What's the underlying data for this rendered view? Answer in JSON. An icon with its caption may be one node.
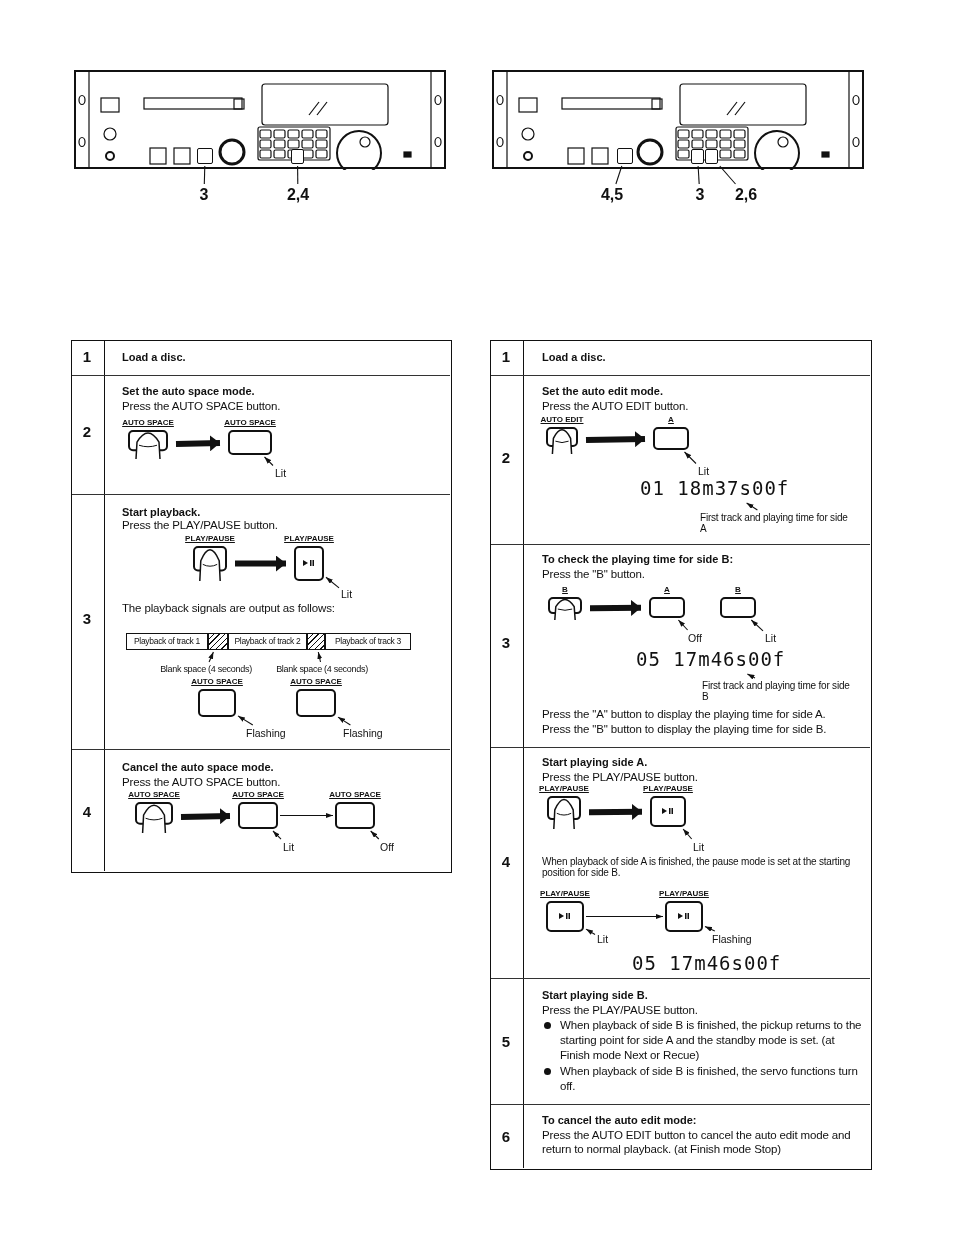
{
  "diagram": {
    "nodes": [
      {
        "text": [],
        "shape": "box"
      },
      {
        "text": [],
        "shape": "box"
      },
      {
        "text": [
          "3"
        ]
      },
      {
        "text": [
          "2,4"
        ]
      },
      {
        "text": [],
        "shape": "box"
      },
      {
        "text": [],
        "shape": "box"
      },
      {
        "text": [],
        "shape": "box"
      },
      {
        "text": [
          "4,5"
        ]
      },
      {
        "text": [
          "3"
        ]
      },
      {
        "text": [
          "2,6"
        ]
      },
      {
        "text": [
          "AUTO SPACE"
        ]
      },
      {
        "text": [
          "AUTO SPACE"
        ]
      },
      {
        "text": [
          "Lit"
        ]
      },
      {
        "text": [
          "PLAY/PAUSE"
        ]
      },
      {
        "text": [
          "PLAY/PAUSE"
        ]
      },
      {
        "text": [
          "Lit"
        ]
      },
      {
        "text": [
          "Playback of track 1"
        ]
      },
      {
        "text": [],
        "shape": "box"
      },
      {
        "text": [
          "Playback of track 2"
        ]
      },
      {
        "text": [],
        "shape": "box"
      },
      {
        "text": [
          "Playback of track 3"
        ]
      },
      {
        "text": [
          "Blank space (4 seconds)"
        ]
      },
      {
        "text": [
          "Blank space (4 seconds)"
        ]
      },
      {
        "text": [
          "AUTO SPACE"
        ]
      },
      {
        "text": [
          "AUTO SPACE"
        ]
      },
      {
        "text": [
          "Flashing"
        ]
      },
      {
        "text": [
          "Flashing"
        ]
      },
      {
        "text": [
          "AUTO SPACE"
        ]
      },
      {
        "text": [
          "AUTO SPACE"
        ]
      },
      {
        "text": [
          "AUTO SPACE"
        ]
      },
      {
        "text": [
          "Lit"
        ]
      },
      {
        "text": [
          "Off"
        ]
      },
      {
        "text": [
          "AUTO EDIT"
        ]
      },
      {
        "text": [
          "A"
        ]
      },
      {
        "text": [
          "Lit"
        ]
      },
      {
        "text": [
          "01 18m37s00f"
        ]
      },
      {
        "text": [
          "First track and playing time for side A"
        ]
      },
      {
        "text": [
          "B"
        ]
      },
      {
        "text": [
          "A"
        ]
      },
      {
        "text": [
          "B"
        ]
      },
      {
        "text": [
          "Off"
        ]
      },
      {
        "text": [
          "Lit"
        ]
      },
      {
        "text": [
          "05 17m46s00f"
        ]
      },
      {
        "text": [
          "First track and playing time for side B"
        ]
      },
      {
        "text": [
          "PLAY/PAUSE"
        ]
      },
      {
        "text": [
          "PLAY/PAUSE"
        ]
      },
      {
        "text": [
          "Lit"
        ]
      },
      {
        "text": [
          "PLAY/PAUSE"
        ]
      },
      {
        "text": [
          "PLAY/PAUSE"
        ]
      },
      {
        "text": [
          "Lit"
        ]
      },
      {
        "text": [
          "Flashing"
        ]
      }
    ],
    "edges": [
      {
        "from": 2,
        "to": 0,
        "arrow": "none"
      },
      {
        "from": 3,
        "to": 1,
        "arrow": "none"
      },
      {
        "from": 7,
        "to": 4,
        "arrow": "none"
      },
      {
        "from": 8,
        "to": 5,
        "arrow": "none"
      },
      {
        "from": 9,
        "to": 6,
        "arrow": "none"
      },
      {
        "from": 10,
        "to": 11,
        "arrow": "to",
        "style": "thick"
      },
      {
        "from": 12,
        "to": 11,
        "arrow": "to"
      },
      {
        "from": 13,
        "to": 14,
        "arrow": "to",
        "style": "thick"
      },
      {
        "from": 15,
        "to": 14,
        "arrow": "to"
      },
      {
        "from": 21,
        "to": 17,
        "arrow": "to"
      },
      {
        "from": 22,
        "to": 19,
        "arrow": "to"
      },
      {
        "from": 25,
        "to": 23,
        "arrow": "to"
      },
      {
        "from": 26,
        "to": 24,
        "arrow": "to"
      },
      {
        "from": 27,
        "to": 28,
        "arrow": "to",
        "style": "thick"
      },
      {
        "from": 28,
        "to": 29,
        "arrow": "to"
      },
      {
        "from": 30,
        "to": 28,
        "arrow": "to"
      },
      {
        "from": 31,
        "to": 29,
        "arrow": "to"
      },
      {
        "from": 32,
        "to": 33,
        "arrow": "to",
        "style": "thick"
      },
      {
        "from": 34,
        "to": 33,
        "arrow": "to"
      },
      {
        "from": 36,
        "to": 35,
        "arrow": "to"
      },
      {
        "from": 37,
        "to": 38,
        "arrow": "to",
        "style": "thick"
      },
      {
        "from": 40,
        "to": 38,
        "arrow": "to"
      },
      {
        "from": 41,
        "to": 39,
        "arrow": "to"
      },
      {
        "from": 43,
        "to": 42,
        "arrow": "to"
      },
      {
        "from": 44,
        "to": 45,
        "arrow": "to",
        "style": "thick"
      },
      {
        "from": 46,
        "to": 45,
        "arrow": "to"
      },
      {
        "from": 47,
        "to": 48,
        "arrow": "to"
      },
      {
        "from": 49,
        "to": 47,
        "arrow": "to"
      },
      {
        "from": 50,
        "to": 48,
        "arrow": "to"
      }
    ],
    "labels": [
      "1",
      "Load a disc.",
      "2",
      "Set the auto space mode.",
      "Press the AUTO SPACE button.",
      "3",
      "Start playback.",
      "Press the PLAY/PAUSE button.",
      "The playback signals are output as follows:",
      "4",
      "Cancel the auto space mode.",
      "Press the AUTO SPACE button.",
      "1",
      "Load a disc.",
      "2",
      "Set the auto edit mode.",
      "Press the AUTO EDIT button.",
      "3",
      "To check the playing time for side B:",
      "Press the \"B\" button.",
      "Press the \"A\" button to display the playing time for side A.",
      "Press the \"B\" button to display the playing time for side B.",
      "4",
      "Start playing side A.",
      "Press the PLAY/PAUSE button.",
      "When playback of side A is finished, the pause mode is set at the starting position for side B.",
      "05 17m46s00f",
      "5",
      "Start playing side B.",
      "Press the PLAY/PAUSE button.",
      "When playback of side B is finished, the pickup returns to the starting point for side A and the standby mode is set. (at Finish mode Next or Recue)",
      "When playback of side B is finished, the servo functions turn off.",
      "6",
      "To cancel the auto edit mode:",
      "Press the AUTO EDIT button to cancel the auto edit mode and return to normal playback. (at Finish mode Stop)"
    ]
  }
}
